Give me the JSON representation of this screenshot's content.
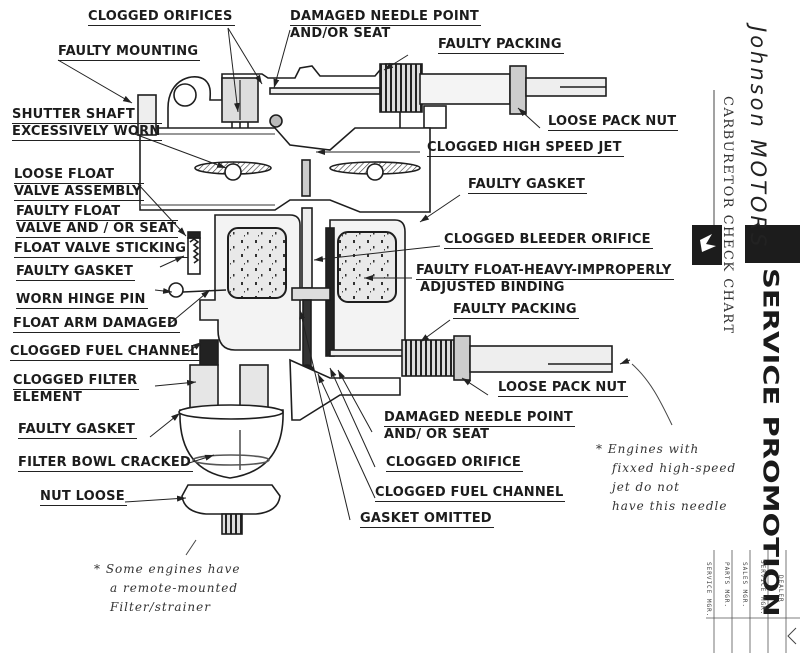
{
  "sheet": {
    "brand": "Johnson MOTORS",
    "subtitle": "CARBURETOR CHECK CHART",
    "banner": "SERVICE PROMOTION",
    "logo_icon": "seahorse-emblem-icon"
  },
  "labels_left": [
    {
      "id": "clogged-orifices",
      "lines": [
        "CLOGGED ORIFICES"
      ]
    },
    {
      "id": "faulty-mounting",
      "lines": [
        "FAULTY MOUNTING"
      ]
    },
    {
      "id": "shutter-shaft",
      "lines": [
        "SHUTTER SHAFT",
        "EXCESSIVELY WORN"
      ]
    },
    {
      "id": "loose-float-valve",
      "lines": [
        "LOOSE FLOAT",
        "VALVE ASSEMBLY"
      ]
    },
    {
      "id": "faulty-float-valve",
      "lines": [
        "FAULTY FLOAT",
        "VALVE AND / OR SEAT"
      ]
    },
    {
      "id": "float-valve-sticking",
      "lines": [
        "FLOAT VALVE STICKING"
      ]
    },
    {
      "id": "faulty-gasket-left",
      "lines": [
        "FAULTY GASKET"
      ]
    },
    {
      "id": "worn-hinge-pin",
      "lines": [
        "WORN HINGE PIN"
      ]
    },
    {
      "id": "float-arm-damaged",
      "lines": [
        "FLOAT ARM DAMAGED"
      ]
    },
    {
      "id": "clogged-fuel-channel-left",
      "lines": [
        "CLOGGED FUEL CHANNEL"
      ]
    },
    {
      "id": "clogged-filter",
      "lines": [
        "CLOGGED FILTER",
        "ELEMENT"
      ]
    },
    {
      "id": "faulty-gasket-bowl",
      "lines": [
        "FAULTY GASKET"
      ]
    },
    {
      "id": "filter-bowl-cracked",
      "lines": [
        "FILTER BOWL CRACKED"
      ]
    },
    {
      "id": "nut-loose",
      "lines": [
        "NUT LOOSE"
      ]
    }
  ],
  "labels_right": [
    {
      "id": "damaged-needle-top",
      "lines": [
        "DAMAGED NEEDLE POINT",
        "AND/OR SEAT"
      ]
    },
    {
      "id": "faulty-packing-top",
      "lines": [
        "FAULTY PACKING"
      ]
    },
    {
      "id": "loose-pack-nut-top",
      "lines": [
        "LOOSE PACK NUT"
      ]
    },
    {
      "id": "clogged-high-speed-jet",
      "lines": [
        "CLOGGED HIGH SPEED JET"
      ]
    },
    {
      "id": "faulty-gasket-right",
      "lines": [
        "FAULTY GASKET"
      ]
    },
    {
      "id": "clogged-bleeder-orifice",
      "lines": [
        "CLOGGED BLEEDER ORIFICE"
      ]
    },
    {
      "id": "faulty-float-heavy",
      "lines": [
        "FAULTY FLOAT-HEAVY-IMPROPERLY",
        "ADJUSTED BINDING"
      ]
    },
    {
      "id": "faulty-packing-bottom",
      "lines": [
        "FAULTY PACKING"
      ]
    },
    {
      "id": "loose-pack-nut-bottom",
      "lines": [
        "LOOSE PACK NUT"
      ]
    },
    {
      "id": "damaged-needle-bottom",
      "lines": [
        "DAMAGED NEEDLE POINT",
        "AND/ OR SEAT"
      ]
    },
    {
      "id": "clogged-orifice",
      "lines": [
        "CLOGGED ORIFICE"
      ]
    },
    {
      "id": "clogged-fuel-channel-right",
      "lines": [
        "CLOGGED FUEL CHANNEL"
      ]
    },
    {
      "id": "gasket-omitted",
      "lines": [
        "GASKET OMITTED"
      ]
    }
  ],
  "notes": {
    "needle_note": [
      "* Engines with",
      "fixxed high-speed",
      "jet do not",
      "have this needle"
    ],
    "filter_note": [
      "* Some engines have",
      "a remote-mounted",
      "Filter/strainer"
    ]
  },
  "signoff": {
    "columns": [
      "SERVICE MGR.",
      "PARTS MGR.",
      "SALES MGR.",
      "SERVICE MGR.",
      "DEALER"
    ]
  }
}
